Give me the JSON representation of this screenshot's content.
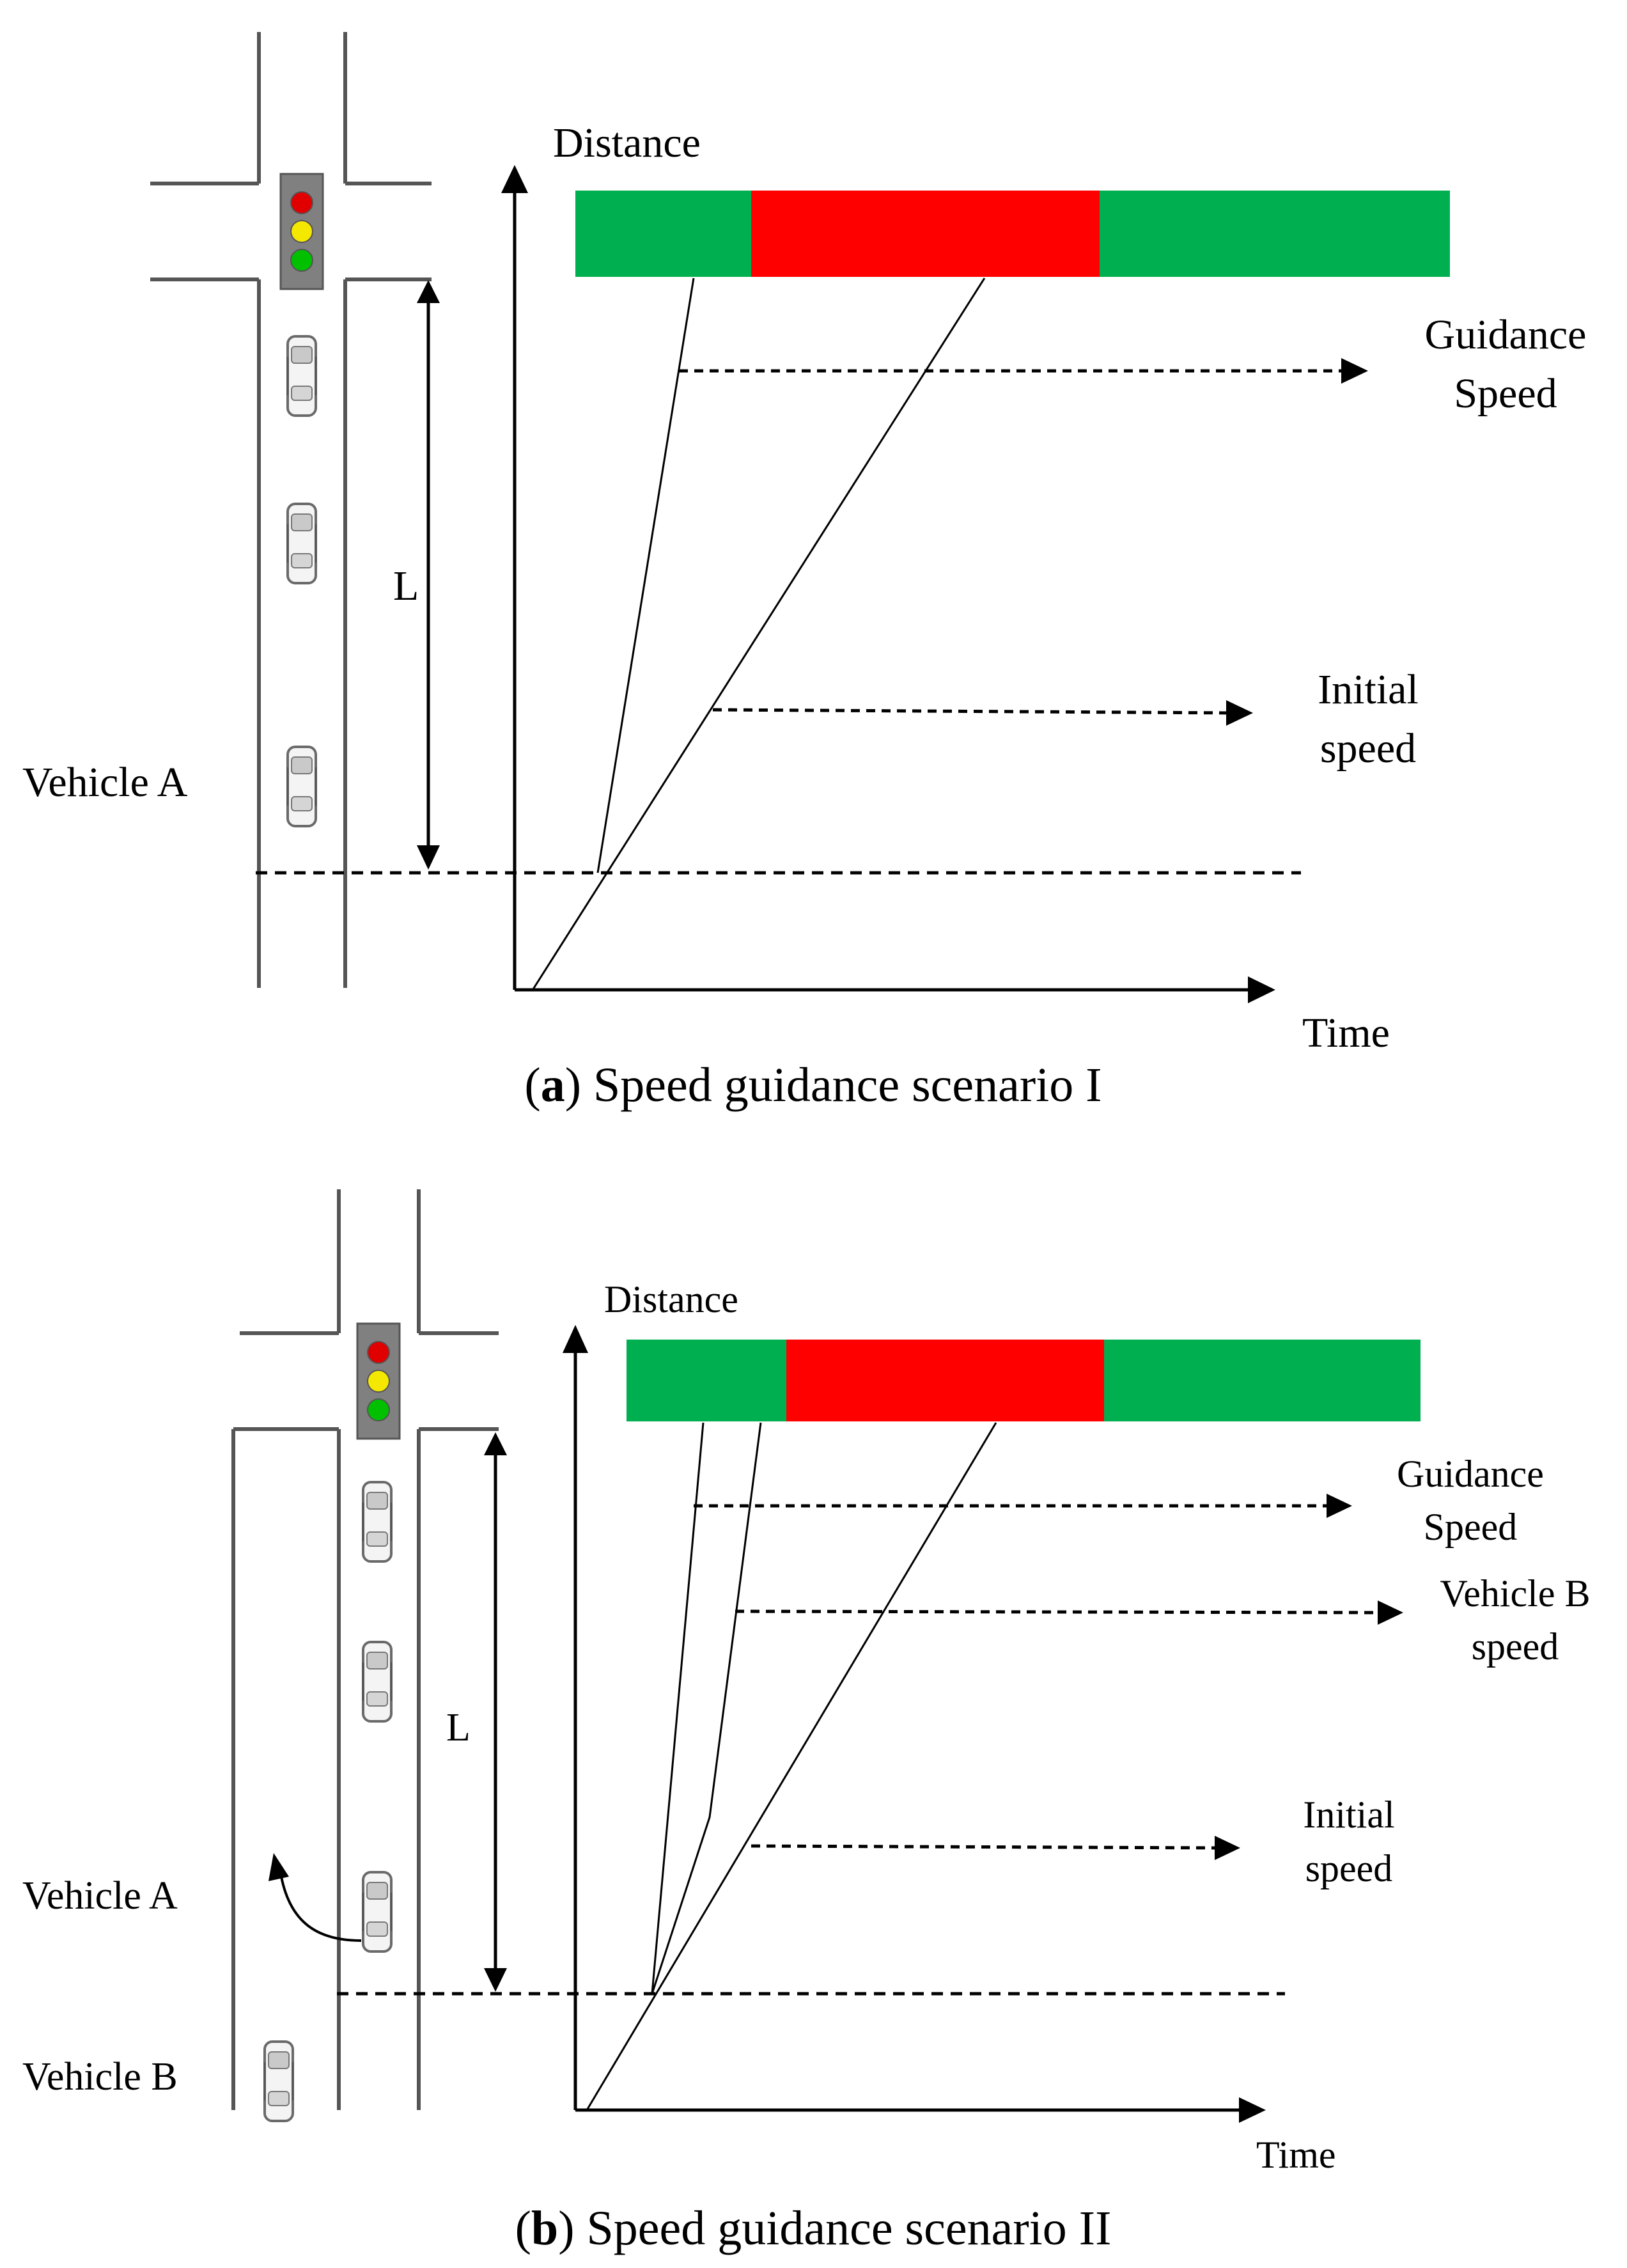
{
  "panel_a": {
    "y_axis_label": "Distance",
    "x_axis_label": "Time",
    "guidance_label": [
      "Guidance",
      "Speed"
    ],
    "initial_label": [
      "Initial",
      "speed"
    ],
    "distance_label": "L",
    "vehicle_a_label": "Vehicle A",
    "caption_letter": "a",
    "caption_text": " Speed guidance scenario I"
  },
  "panel_b": {
    "y_axis_label": "Distance",
    "x_axis_label": "Time",
    "guidance_label": [
      "Guidance",
      "Speed"
    ],
    "vehicle_b_speed_label": [
      "Vehicle B",
      "speed"
    ],
    "initial_label": [
      "Initial",
      "speed"
    ],
    "distance_label": "L",
    "vehicle_a_label": "Vehicle A",
    "vehicle_b_label": "Vehicle B",
    "caption_letter": "b",
    "caption_text": " Speed guidance scenario II"
  },
  "signal_phases": [
    {
      "phase": "green",
      "color": "#00b050"
    },
    {
      "phase": "red",
      "color": "#ff0000"
    },
    {
      "phase": "green",
      "color": "#00b050"
    }
  ],
  "traffic_light_colors": {
    "red": "#e00000",
    "yellow": "#f5e800",
    "green": "#00c000",
    "housing": "#808080"
  }
}
